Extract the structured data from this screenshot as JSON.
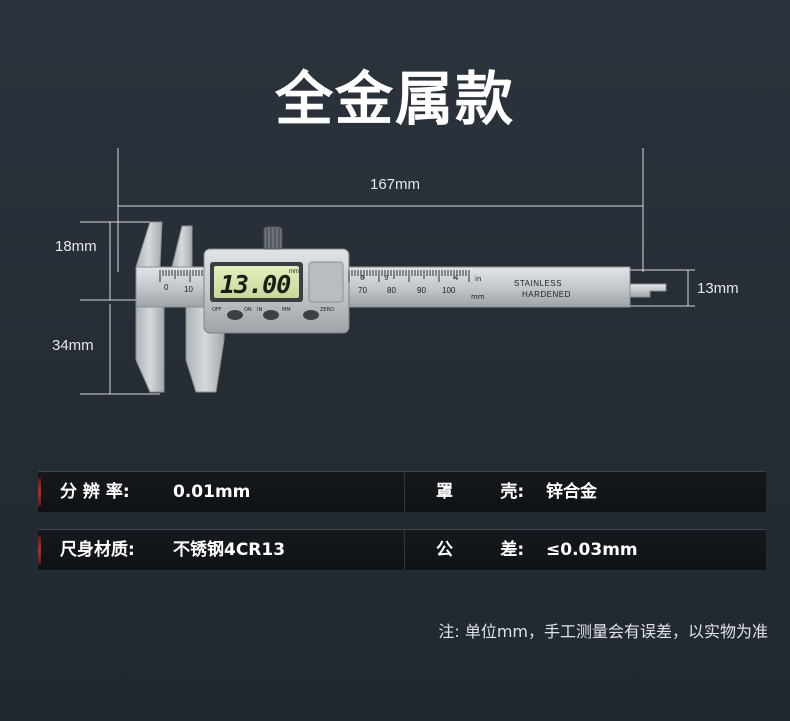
{
  "title": "全金属款",
  "dimensions": {
    "length": "167mm",
    "jaw_upper": "18mm",
    "jaw_lower": "34mm",
    "tail": "13mm"
  },
  "caliper": {
    "display_value": "13.00",
    "display_unit": "mm",
    "scale_numbers": [
      "0",
      "10",
      "70",
      "80",
      "90",
      "100"
    ],
    "scale_small": [
      "6",
      "9",
      "4"
    ],
    "unit_in": "in",
    "unit_mm": "mm",
    "brand_line1": "STAINLESS",
    "brand_line2": "HARDENED",
    "buttons": [
      "OFF",
      "ON",
      "IN",
      "MM",
      "ZERO"
    ]
  },
  "specs": [
    {
      "label": "分 辨 率:",
      "value": "0.01mm",
      "label2": "罩        壳:",
      "value2": "锌合金"
    },
    {
      "label": "尺身材质:",
      "value": "不锈钢4CR13",
      "label2": "公        差:",
      "value2": "≤0.03mm"
    }
  ],
  "note": "注: 单位mm，手工测量会有误差，以实物为准",
  "colors": {
    "background": "#252c34",
    "accent": "#c22a2a",
    "lcd": "#d9e8b0",
    "metal": "#c9cdd0"
  }
}
